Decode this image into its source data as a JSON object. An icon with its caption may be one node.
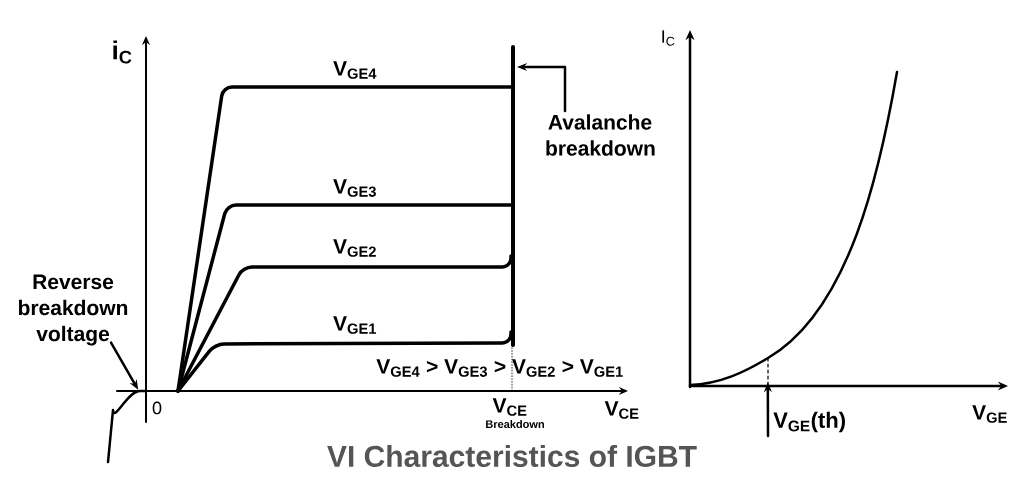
{
  "diagram": {
    "title": "VI Characteristics of IGBT",
    "nodes": [
      {
        "text": [
          "Avalanche breakdown"
        ]
      },
      {
        "text": [
          "Reverse breakdown voltage"
        ]
      },
      {
        "text": [
          "V$_{GE}$(th)"
        ]
      },
      {
        "text": [],
        "shape": "curve"
      },
      {
        "text": [],
        "shape": "curve"
      }
    ],
    "edges": [
      {
        "from": 0,
        "to": null,
        "arrow": "to"
      },
      {
        "from": 1,
        "to": 3,
        "arrow": "to"
      },
      {
        "from": 2,
        "to": 4,
        "arrow": "to"
      }
    ],
    "labels": [
      "i$_{C}$",
      "V$_{GE4}$",
      "V$_{GE3}$",
      "V$_{GE2}$",
      "V$_{GE1}$",
      "V$_{GE4}$ > V$_{GE3}$ > V$_{GE2}$ > V$_{GE1}$",
      "0",
      "V$_{CE}$",
      "Breakdown",
      "V$_{CE}$",
      "I$_{C}$",
      "V$_{GE}$"
    ]
  }
}
